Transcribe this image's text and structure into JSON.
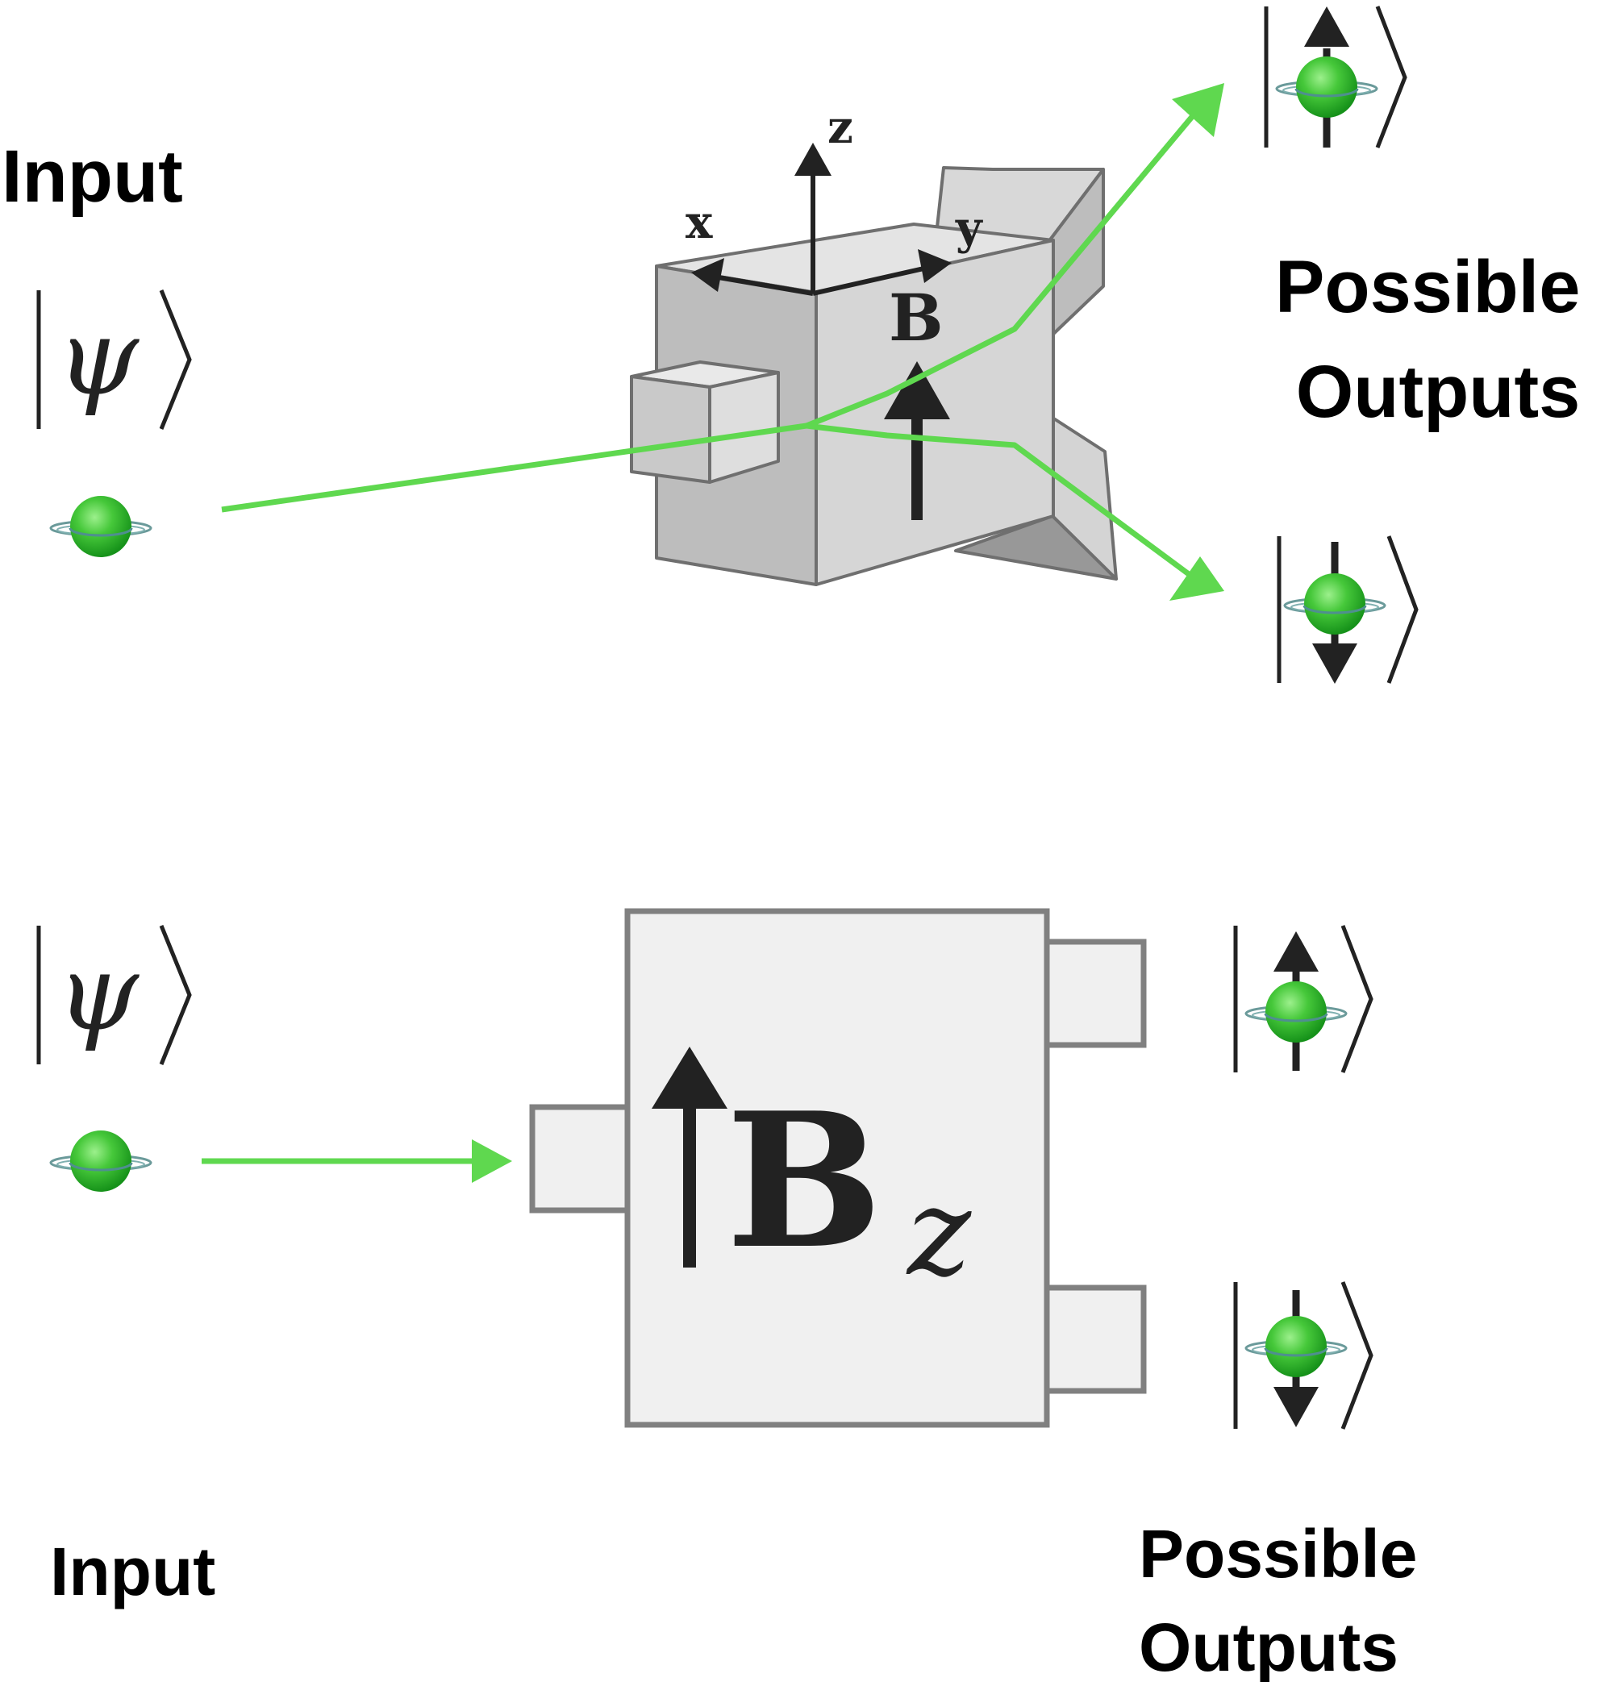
{
  "top_panel": {
    "input_label": "Input",
    "input_state": "ψ",
    "outputs_label_line1": "Possible",
    "outputs_label_line2": "Outputs",
    "axes": {
      "x": "x",
      "y": "y",
      "z": "z"
    },
    "field_label": "B",
    "outputs": [
      "spin-up",
      "spin-down"
    ]
  },
  "bottom_panel": {
    "input_label": "Input",
    "input_state": "ψ",
    "outputs_label_line1": "Possible",
    "outputs_label_line2": "Outputs",
    "device_label": "B",
    "device_subscript": "z",
    "outputs": [
      "spin-up",
      "spin-down"
    ]
  },
  "colors": {
    "beam": "#5fd84f",
    "particle": "#33b833",
    "arrow": "#222222",
    "device_face_light": "#e6e6e6",
    "device_face_mid": "#c4c4c4",
    "device_face_dark": "#9a9a9a",
    "box_fill": "#f0f0f0",
    "box_stroke": "#808080"
  },
  "icons": [
    "ket-bracket",
    "spin-particle-icon",
    "arrow-up-icon",
    "arrow-down-icon"
  ]
}
